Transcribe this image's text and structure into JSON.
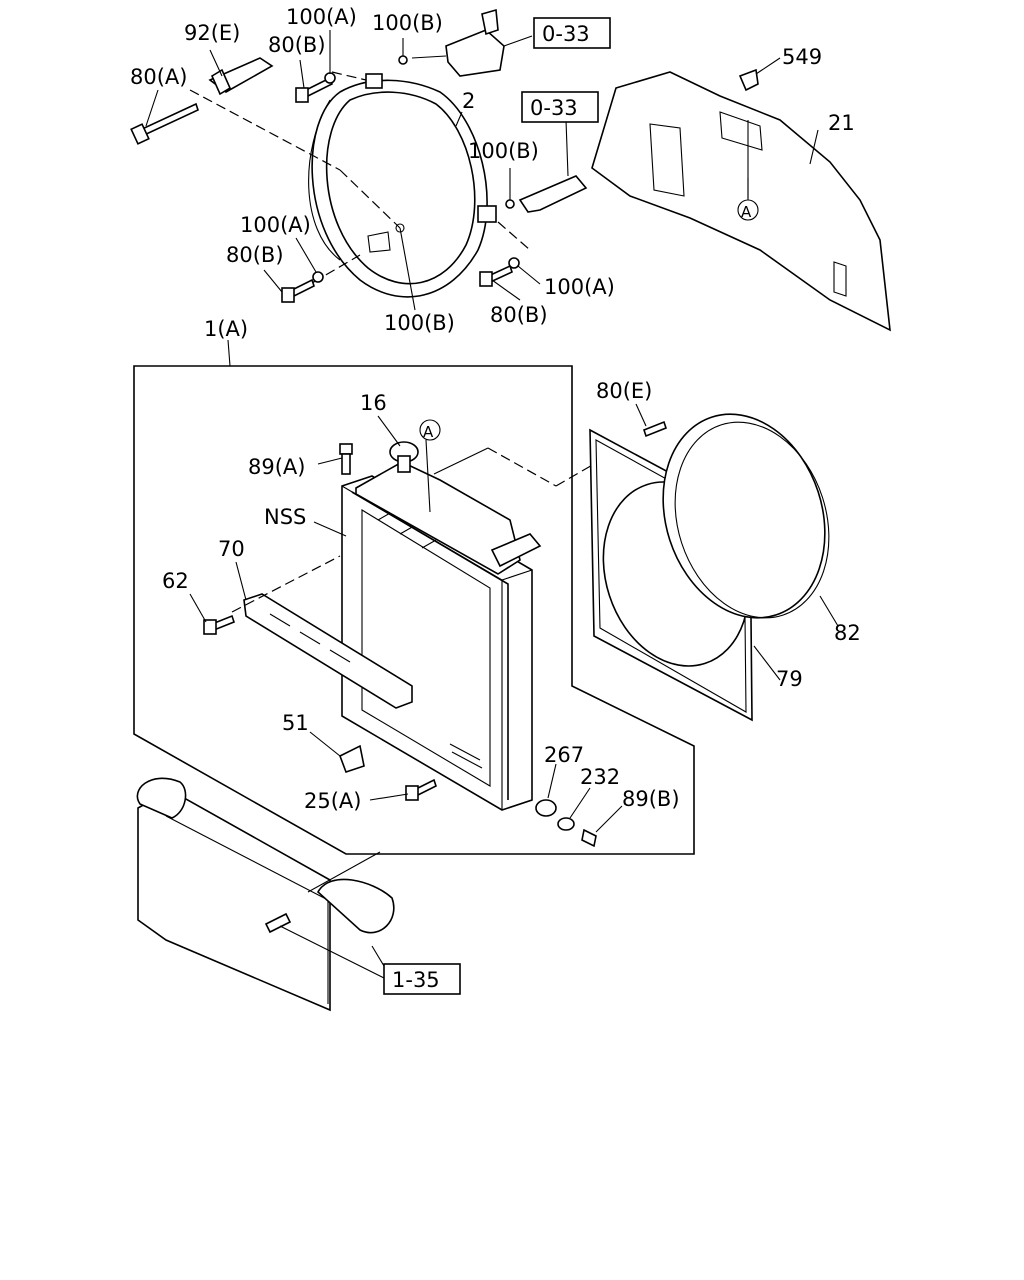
{
  "labels": {
    "p92e": "92(E)",
    "p100a_1": "100(A)",
    "p100b_1": "100(B)",
    "ref033_1": "0-33",
    "p80b_1": "80(B)",
    "p80a": "80(A)",
    "p549": "549",
    "p2": "2",
    "ref033_2": "0-33",
    "p21": "21",
    "p100b_2": "100(B)",
    "markA_1": "A",
    "p100a_2": "100(A)",
    "p80b_2": "80(B)",
    "p100a_3": "100(A)",
    "p80b_3": "80(B)",
    "p100b_3": "100(B)",
    "p1a": "1(A)",
    "p80e": "80(E)",
    "p16": "16",
    "markA_2": "A",
    "p89a": "89(A)",
    "nss": "NSS",
    "p70": "70",
    "p62": "62",
    "p82": "82",
    "p79": "79",
    "p51": "51",
    "p267": "267",
    "p232": "232",
    "p89b": "89(B)",
    "p25a": "25(A)",
    "ref135": "1-35"
  }
}
